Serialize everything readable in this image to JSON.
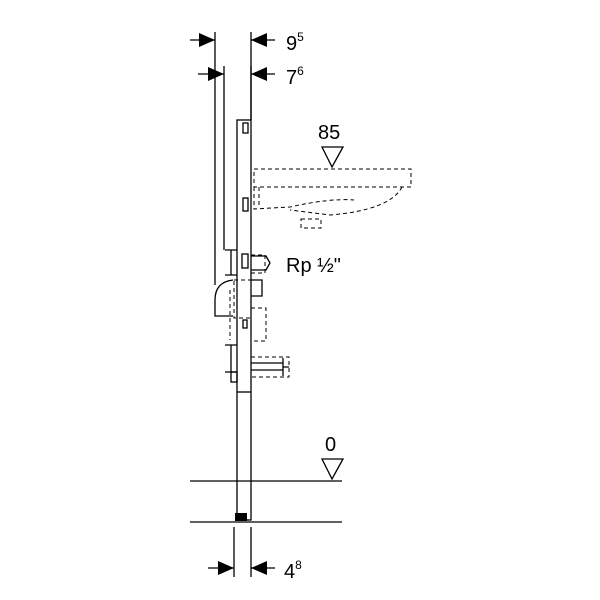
{
  "dimensions": {
    "top_width": {
      "main": "9",
      "sup": "5"
    },
    "second_width": {
      "main": "7",
      "sup": "6"
    },
    "bottom_width": {
      "main": "4",
      "sup": "8"
    }
  },
  "levels": {
    "basin_height": "85",
    "floor": "0"
  },
  "connection_label": "Rp ½\""
}
